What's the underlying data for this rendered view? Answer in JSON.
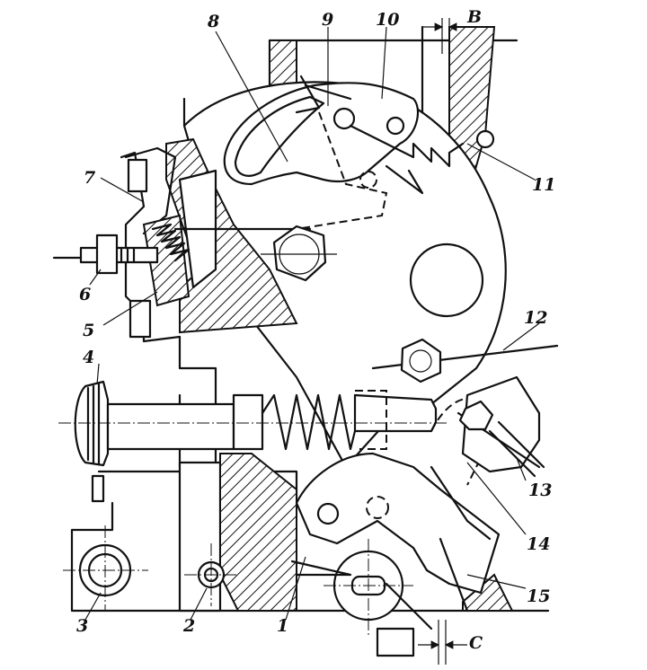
{
  "labels": {
    "l1": "1",
    "l2": "2",
    "l3": "3",
    "l4": "4",
    "l5": "5",
    "l6": "6",
    "l7": "7",
    "l8": "8",
    "l9": "9",
    "l10": "10",
    "l11": "11",
    "l12": "12",
    "l13": "13",
    "l14": "14",
    "l15": "15"
  },
  "dimensions": {
    "top_gap": "B",
    "bottom_gap": "C"
  }
}
